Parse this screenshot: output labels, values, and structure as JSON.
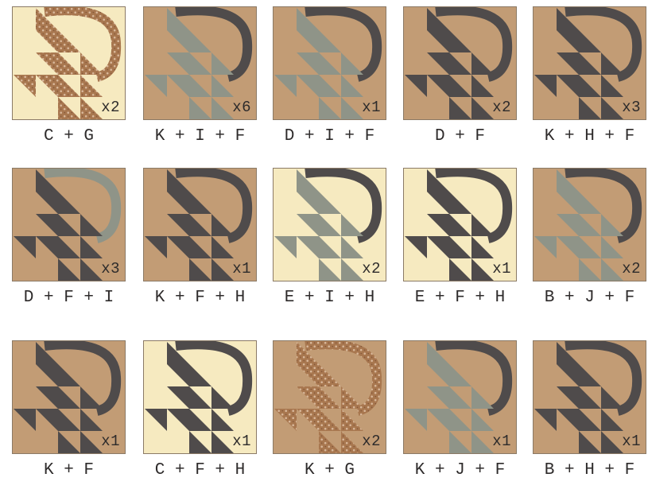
{
  "colors": {
    "tan": "#c29c75",
    "cream": "#f6eac0",
    "charcoal": "#4f4b4b",
    "sage": "#8f9488",
    "floral": "#a8774f",
    "floral_dot": "#d8b79a"
  },
  "blocks": [
    {
      "qty": "x2",
      "label": "C + G",
      "background": "cream",
      "triangles": "floral",
      "handle": "floral"
    },
    {
      "qty": "x6",
      "label": "K + I + F",
      "background": "tan",
      "triangles": "sage",
      "handle": "charcoal"
    },
    {
      "qty": "x1",
      "label": "D + I + F",
      "background": "tan",
      "triangles": "sage",
      "handle": "charcoal"
    },
    {
      "qty": "x2",
      "label": "D + F",
      "background": "tan",
      "triangles": "charcoal",
      "handle": "charcoal"
    },
    {
      "qty": "x3",
      "label": "K + H + F",
      "background": "tan",
      "triangles": "charcoal",
      "handle": "charcoal"
    },
    {
      "qty": "x3",
      "label": "D + F + I",
      "background": "tan",
      "triangles": "charcoal",
      "handle": "sage"
    },
    {
      "qty": "x1",
      "label": "K + F + H",
      "background": "tan",
      "triangles": "charcoal",
      "handle": "charcoal"
    },
    {
      "qty": "x2",
      "label": "E + I + H",
      "background": "cream",
      "triangles": "sage",
      "handle": "charcoal"
    },
    {
      "qty": "x1",
      "label": "E + F + H",
      "background": "cream",
      "triangles": "charcoal",
      "handle": "charcoal"
    },
    {
      "qty": "x2",
      "label": "B + J + F",
      "background": "tan",
      "triangles": "sage",
      "handle": "charcoal"
    },
    {
      "qty": "x1",
      "label": "K + F",
      "background": "tan",
      "triangles": "charcoal",
      "handle": "charcoal"
    },
    {
      "qty": "x1",
      "label": "C + F + H",
      "background": "cream",
      "triangles": "charcoal",
      "handle": "charcoal"
    },
    {
      "qty": "x2",
      "label": "K + G",
      "background": "tan",
      "triangles": "floral",
      "handle": "floral"
    },
    {
      "qty": "x1",
      "label": "K + J + F",
      "background": "tan",
      "triangles": "sage",
      "handle": "charcoal"
    },
    {
      "qty": "x1",
      "label": "B + H + F",
      "background": "tan",
      "triangles": "charcoal",
      "handle": "charcoal"
    }
  ]
}
